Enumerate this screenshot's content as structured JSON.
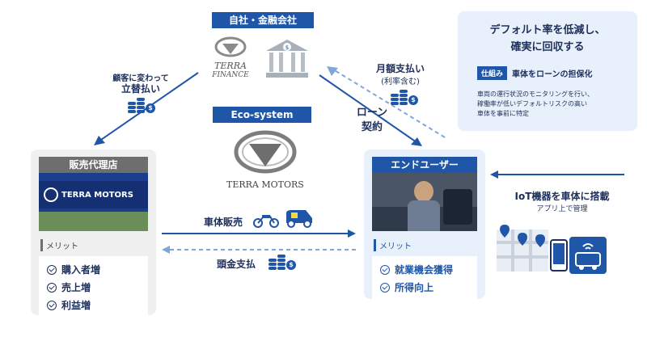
{
  "company": {
    "tag": "自社・金融会社",
    "finance_logo_line1": "TERRA",
    "finance_logo_line2": "FINANCE"
  },
  "ecosystem": {
    "tag": "Eco-system",
    "logo_text": "TERRA MOTORS"
  },
  "dealer": {
    "tag": "販売代理店",
    "sign_text": "TERRA MOTORS",
    "merit_label": "メリット",
    "merits": [
      "購入者増",
      "売上増",
      "利益増"
    ]
  },
  "enduser": {
    "tag": "エンドユーザー",
    "merit_label": "メリット",
    "merits": [
      "就業機会獲得",
      "所得向上"
    ]
  },
  "arrows": {
    "advance_pay_line1": "顧客に変わって",
    "advance_pay_line2": "立替払い",
    "monthly_pay": "月額支払い",
    "monthly_pay_sub": "(利率含む)",
    "loan_contract_line1": "ローン",
    "loan_contract_line2": "契約",
    "vehicle_sale": "車体販売",
    "down_payment": "頭金支払"
  },
  "info_box": {
    "title_line1": "デフォルト率を低減し、",
    "title_line2": "確実に回収する",
    "mechanism_tag": "仕組み",
    "mechanism_text": "車体をローンの担保化",
    "desc_line1": "車両の運行状況のモニタリングを行い、",
    "desc_line2": "稼働率が低いデフォルトリスクの高い",
    "desc_line3": "車体を事前に特定"
  },
  "iot": {
    "title": "IoT機器を車体に搭載",
    "subtitle": "アプリ上で管理"
  },
  "colors": {
    "primary": "#1f56a8",
    "dark_navy": "#1d2f5a",
    "light_blue_bg": "#e8f1fb",
    "gray_bg": "#f0f0f0"
  }
}
